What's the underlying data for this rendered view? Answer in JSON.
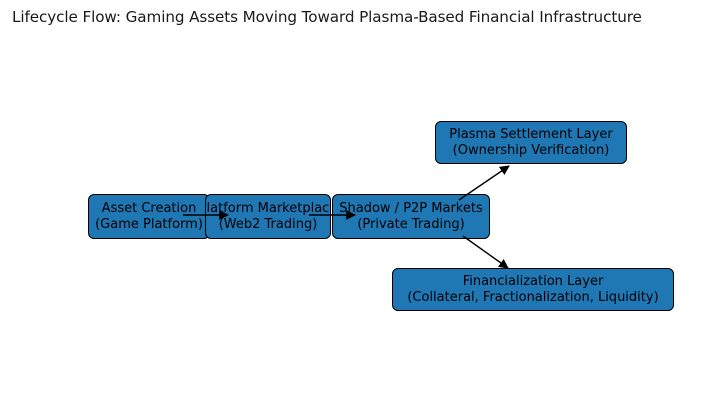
{
  "title": "Lifecycle Flow: Gaming Assets Moving Toward Plasma-Based Financial Infrastructure",
  "colors": {
    "node_fill": "#1f77b4",
    "node_edge": "#000000",
    "arrow": "#000000",
    "background": "#ffffff",
    "text": "#000000",
    "title_text": "#1a1a1a"
  },
  "nodes": [
    {
      "id": "asset-creation",
      "line1": "Asset Creation",
      "line2": "(Game Platform)"
    },
    {
      "id": "platform-marketplace",
      "line1": "Platform Marketplace",
      "line2": "(Web2 Trading)"
    },
    {
      "id": "shadow-p2p",
      "line1": "Shadow / P2P Markets",
      "line2": "(Private Trading)"
    },
    {
      "id": "plasma-settlement",
      "line1": "Plasma Settlement Layer",
      "line2": "(Ownership Verification)"
    },
    {
      "id": "financialization",
      "line1": "Financialization Layer",
      "line2": "(Collateral, Fractionalization, Liquidity)"
    }
  ],
  "edges": [
    {
      "id": "edge-asset-to-platform",
      "from": "asset-creation",
      "to": "platform-marketplace",
      "label": ""
    },
    {
      "id": "edge-platform-to-shadow",
      "from": "platform-marketplace",
      "to": "shadow-p2p",
      "label": ""
    },
    {
      "id": "edge-shadow-to-plasma",
      "from": "shadow-p2p",
      "to": "plasma-settlement",
      "label": ""
    },
    {
      "id": "edge-shadow-to-financial",
      "from": "shadow-p2p",
      "to": "financialization",
      "label": ""
    }
  ]
}
